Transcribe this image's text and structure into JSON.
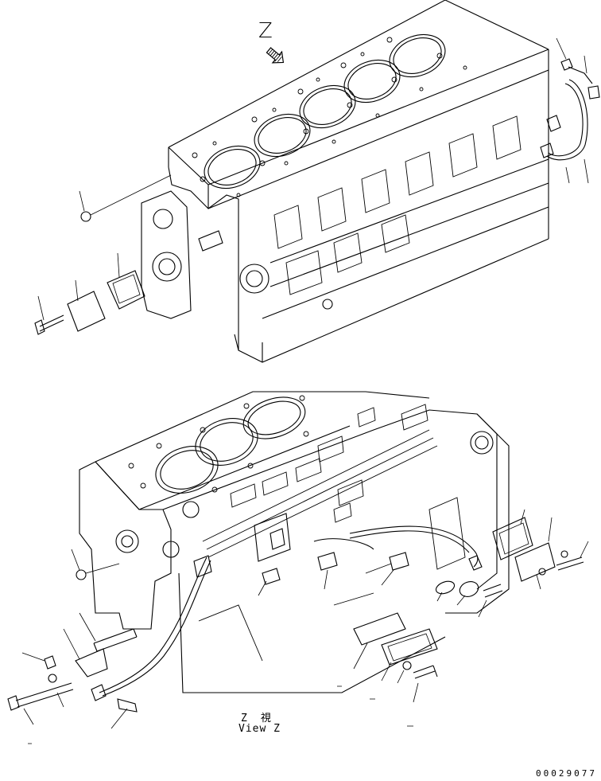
{
  "drawing": {
    "view_marker": "Z",
    "view_caption_jp": "Z　視",
    "view_caption_en": "View Z",
    "document_number": "00029077"
  },
  "palette": {
    "line": "#000000",
    "background": "#ffffff"
  },
  "icons": {
    "view_direction_arrow": "hatched-arrow-icon"
  }
}
